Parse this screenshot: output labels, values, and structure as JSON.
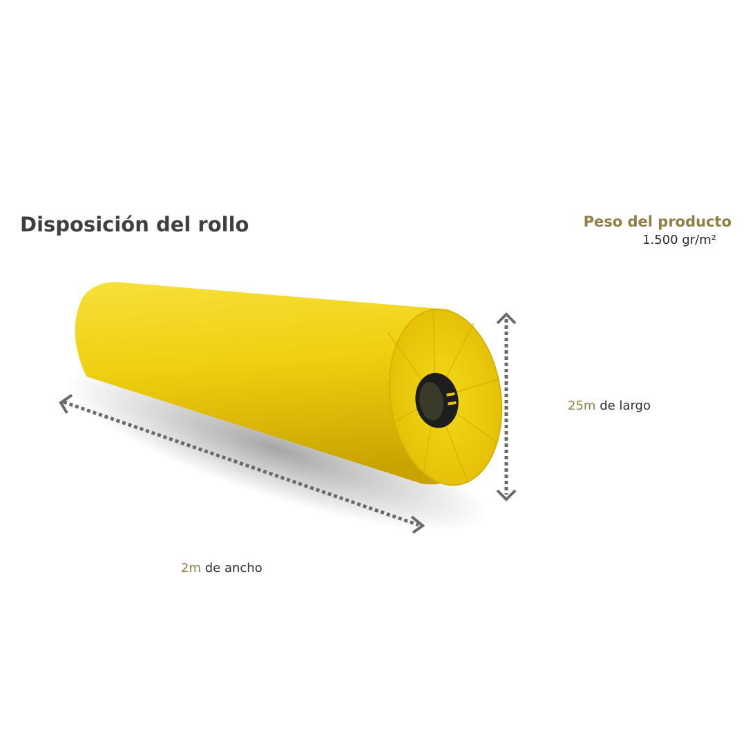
{
  "title": "Disposición del rollo",
  "weight": {
    "label": "Peso del producto",
    "value": "1.500 gr/m²"
  },
  "dimensions": {
    "width": {
      "value": "2m",
      "text": "de ancho"
    },
    "length": {
      "value": "25m",
      "text": "de largo"
    }
  },
  "colors": {
    "accent": "#8d7f45",
    "roll": "#f2d20f",
    "text": "#3f3f3f",
    "arrow": "#666666"
  }
}
